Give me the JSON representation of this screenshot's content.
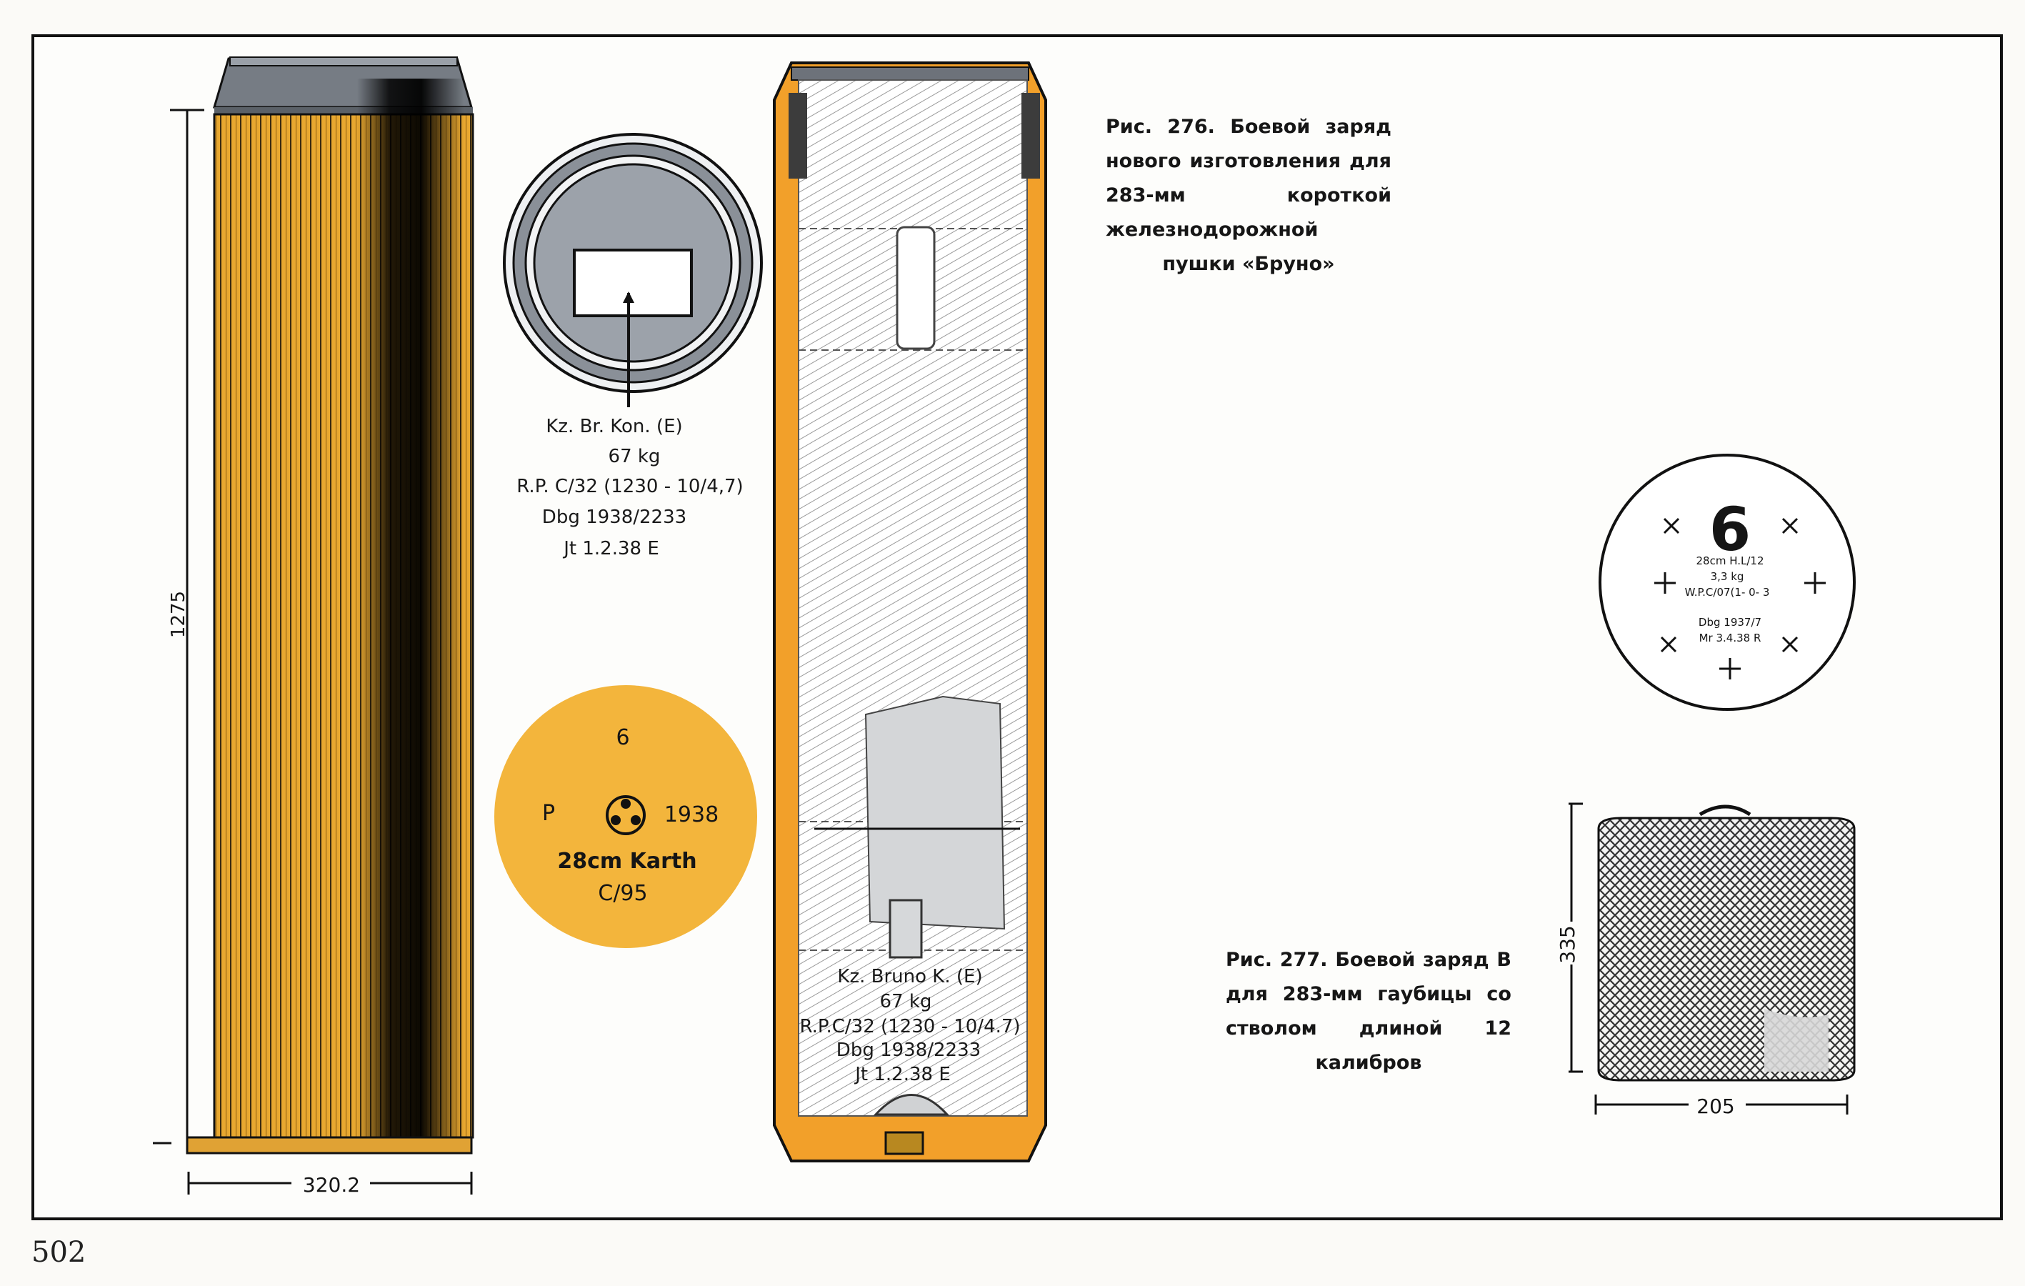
{
  "page": {
    "number": "502"
  },
  "fig276": {
    "caption": "Рис. 276. Боевой заряд нового изготовления для 283-мм короткой железнодорожной пушки «Бруно»",
    "case_height": "1275",
    "case_width": "320.2",
    "top_marking": [
      "Kz. Br. Kon. (E)",
      "67 kg",
      "R.P. C/32 (1230 - 10/4,7)",
      "Dbg 1938/2233",
      "Jt 1.2.38 E"
    ],
    "base_marking": {
      "number": "6",
      "left": "P",
      "right": "1938",
      "line1": "28cm Karth",
      "line2": "C/95"
    },
    "section_marking": [
      "Kz. Bruno K. (E)",
      "67 kg",
      "R.P.C/32 (1230 - 10/4.7)",
      "Dbg 1938/2233",
      "Jt 1.2.38 E"
    ]
  },
  "fig277": {
    "caption": "Рис. 277. Боевой заряд В для 283-мм гаубицы со стволом длиной 12 калибров",
    "end_marking": {
      "number": "6",
      "lines": [
        "28cm H.L/12",
        "3,3 kg",
        "W.P.C/07(1- 0- 3",
        "Dbg 1937/7",
        "Mr 3.4.38 R"
      ]
    },
    "height": "335",
    "width": "205"
  },
  "colors": {
    "brass": "#e8a830",
    "brass_dark": "#b57a12",
    "base": "#f3b53c",
    "frame": "#111111"
  }
}
